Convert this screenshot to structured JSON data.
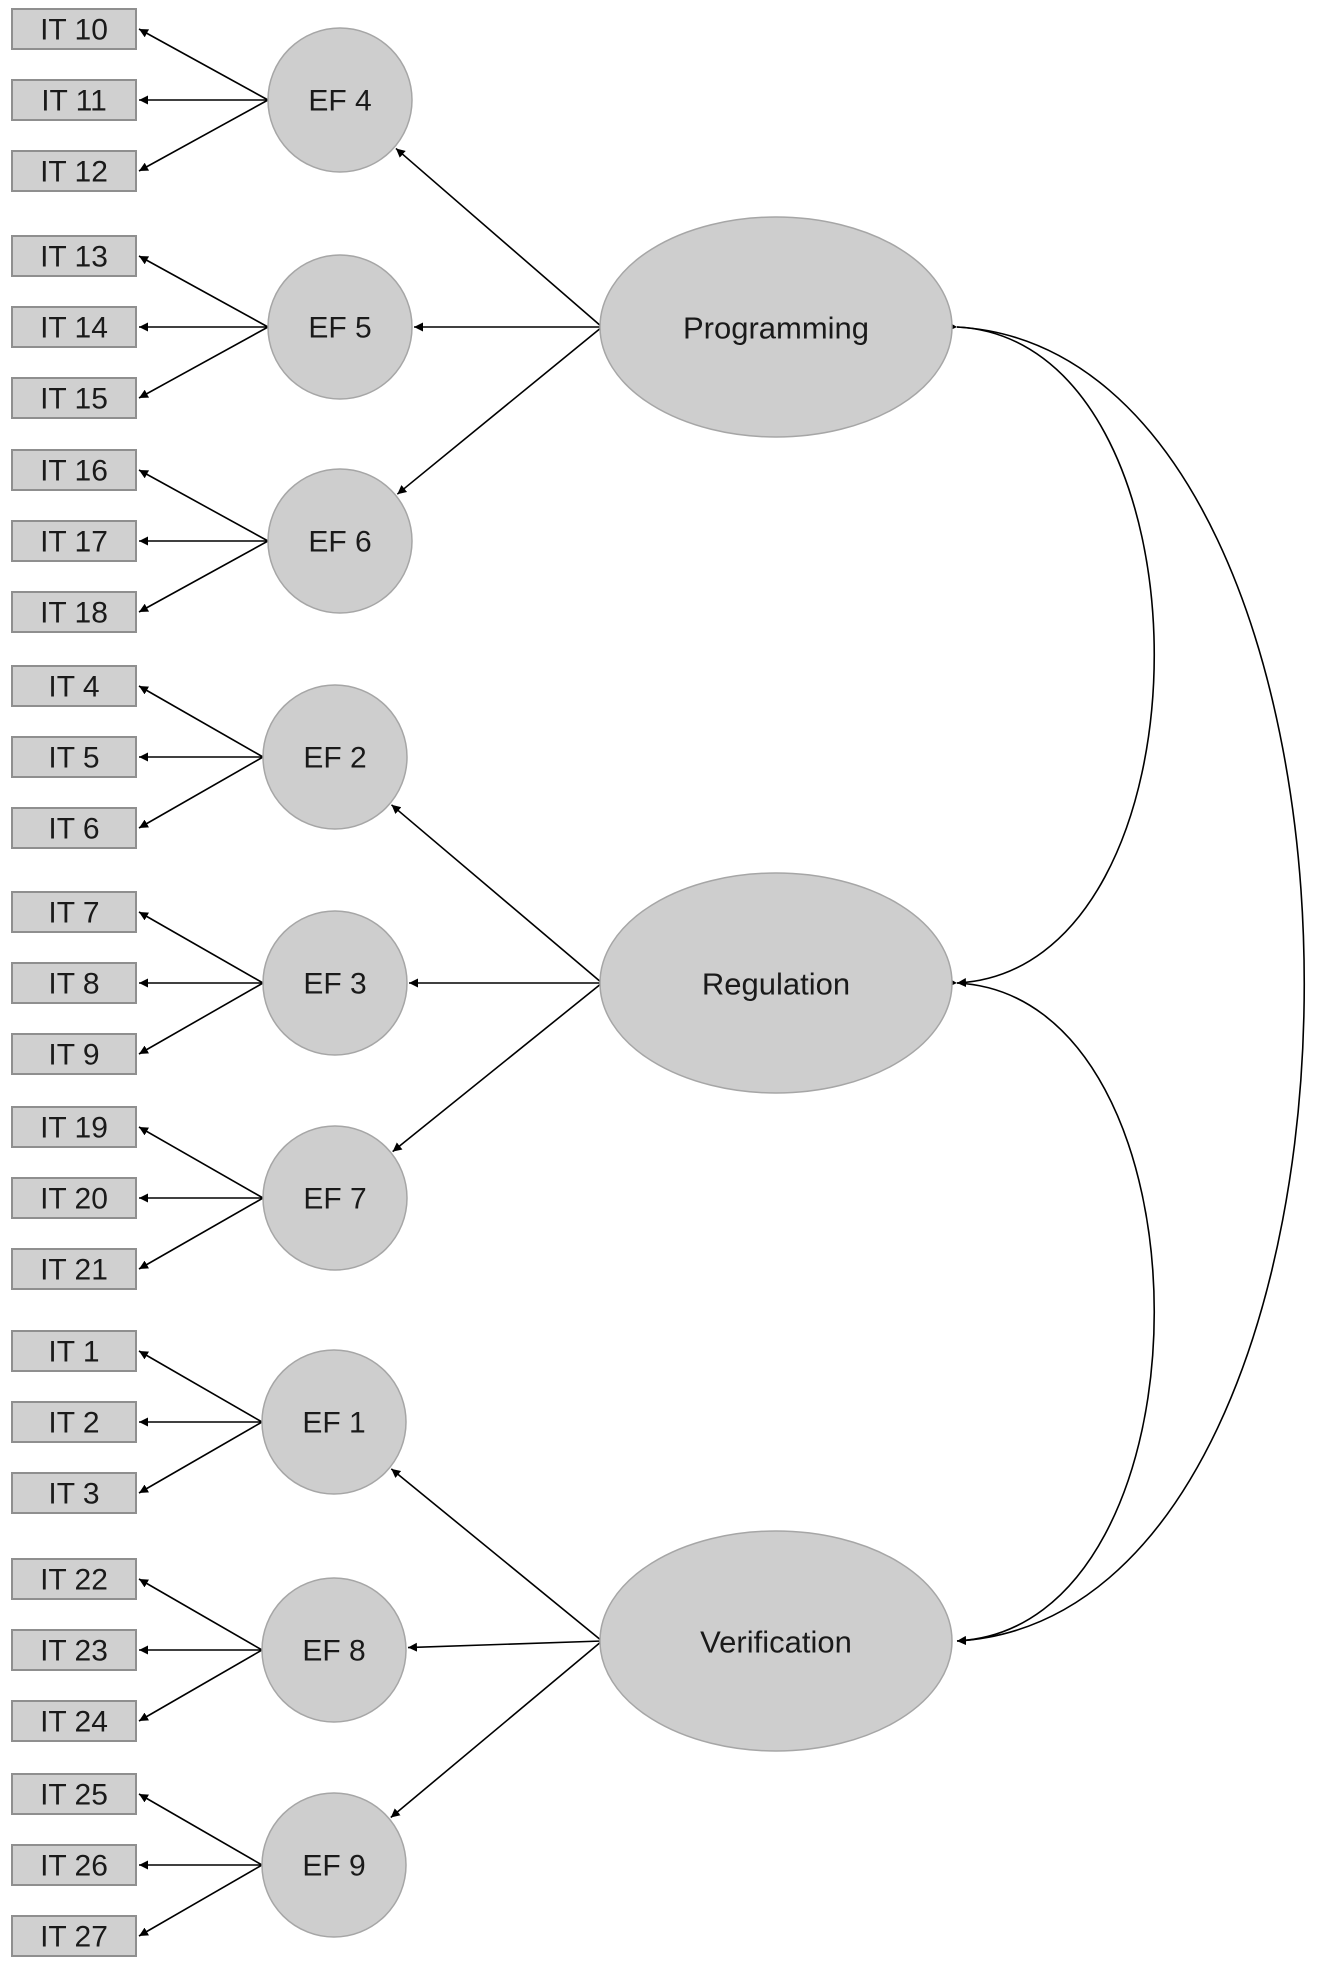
{
  "factors": [
    {
      "label": "Programming",
      "subfactors": [
        "EF 4",
        "EF 5",
        "EF 6"
      ]
    },
    {
      "label": "Regulation",
      "subfactors": [
        "EF 2",
        "EF 3",
        "EF 7"
      ]
    },
    {
      "label": "Verification",
      "subfactors": [
        "EF 1",
        "EF 8",
        "EF 9"
      ]
    }
  ],
  "subfactors": [
    {
      "label": "EF 4",
      "items": [
        "IT 10",
        "IT 11",
        "IT 12"
      ]
    },
    {
      "label": "EF 5",
      "items": [
        "IT 13",
        "IT 14",
        "IT 15"
      ]
    },
    {
      "label": "EF 6",
      "items": [
        "IT 16",
        "IT 17",
        "IT 18"
      ]
    },
    {
      "label": "EF 2",
      "items": [
        "IT 4",
        "IT 5",
        "IT 6"
      ]
    },
    {
      "label": "EF 3",
      "items": [
        "IT 7",
        "IT 8",
        "IT 9"
      ]
    },
    {
      "label": "EF 7",
      "items": [
        "IT 19",
        "IT 20",
        "IT 21"
      ]
    },
    {
      "label": "EF 1",
      "items": [
        "IT 1",
        "IT 2",
        "IT 3"
      ]
    },
    {
      "label": "EF 8",
      "items": [
        "IT 22",
        "IT 23",
        "IT 24"
      ]
    },
    {
      "label": "EF 9",
      "items": [
        "IT 25",
        "IT 26",
        "IT 27"
      ]
    }
  ],
  "correlations": [
    [
      "Programming",
      "Regulation"
    ],
    [
      "Programming",
      "Verification"
    ],
    [
      "Regulation",
      "Verification"
    ]
  ]
}
